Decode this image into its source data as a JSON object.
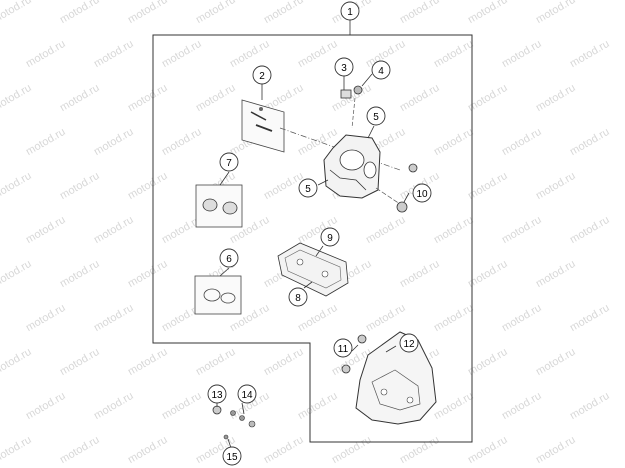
{
  "watermark": "motod.ru",
  "callouts": [
    {
      "id": "c1",
      "label": "1"
    },
    {
      "id": "c2",
      "label": "2"
    },
    {
      "id": "c3",
      "label": "3"
    },
    {
      "id": "c4",
      "label": "4"
    },
    {
      "id": "c5a",
      "label": "5"
    },
    {
      "id": "c5b",
      "label": "5"
    },
    {
      "id": "c6",
      "label": "6"
    },
    {
      "id": "c7",
      "label": "7"
    },
    {
      "id": "c8",
      "label": "8"
    },
    {
      "id": "c9",
      "label": "9"
    },
    {
      "id": "c10",
      "label": "10"
    },
    {
      "id": "c11",
      "label": "11"
    },
    {
      "id": "c12",
      "label": "12"
    },
    {
      "id": "c13",
      "label": "13"
    },
    {
      "id": "c14",
      "label": "14"
    },
    {
      "id": "c15",
      "label": "15"
    }
  ]
}
